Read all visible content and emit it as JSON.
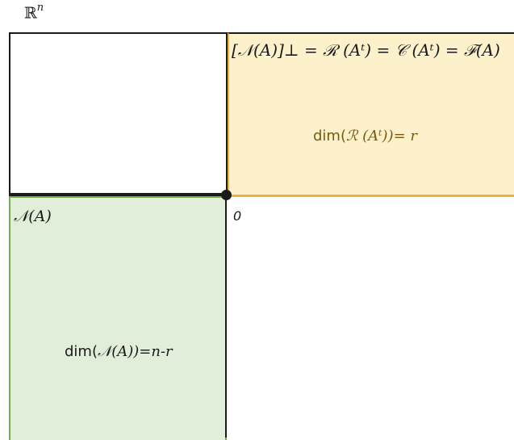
{
  "space": {
    "symbol": "ℝ",
    "exponent": "n"
  },
  "row_space": {
    "equation": "[𝒩(A)]⊥ = ℛ (Aᵗ) = 𝒞 (Aᵗ) = ℱ(A)",
    "dim_prefix": "dim(",
    "dim_space": "ℛ (Aᵗ)",
    "dim_suffix": ")= r",
    "fill_color": "#fdf1cc",
    "border_color": "#e9b33a",
    "text_color": "#7a5a0e"
  },
  "null_space": {
    "label": "𝒩(A)",
    "dim_prefix": "dim(",
    "dim_space": "𝒩(A)",
    "dim_suffix": ")=n-r",
    "fill_color": "#e1eed9",
    "border_color": "#71ac4e"
  },
  "origin": {
    "label": "0"
  }
}
